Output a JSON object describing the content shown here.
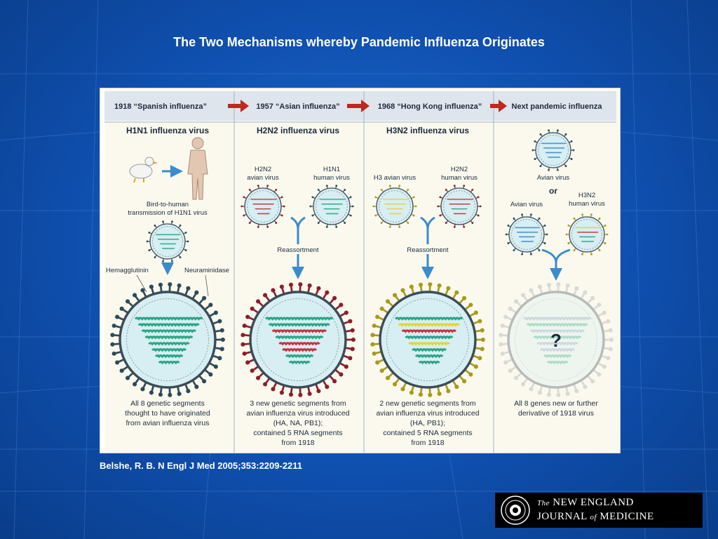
{
  "title": "The Two Mechanisms whereby Pandemic Influenza Originates",
  "citation": "Belshe, R. B. N Engl J Med 2005;353:2209-2211",
  "logo": {
    "the": "The",
    "line1": "NEW ENGLAND",
    "line2a": "JOURNAL",
    "line2b": "of",
    "line2c": "MEDICINE"
  },
  "colors": {
    "background": "#0f4fae",
    "panel": "#fbf9ee",
    "header": "#dfe5ed",
    "arrow": "#c0271e",
    "blue_arrow": "#3a8ccc",
    "teal": "#2aa585",
    "red": "#c8313e",
    "yellow": "#e3d534"
  },
  "panels": [
    {
      "header": "1918 “Spanish influenza”",
      "subheader": "H1N1 influenza virus",
      "labels": [
        "Bird-to-human",
        "transmission of H1N1 virus",
        "Hemagglutinin",
        "Neuraminidase"
      ],
      "caption": [
        "All 8 genetic segments",
        "thought to have originated",
        "from avian influenza virus"
      ]
    },
    {
      "header": "1957 “Asian influenza”",
      "subheader": "H2N2 influenza virus",
      "labels": [
        "H2N2",
        "avian virus",
        "H1N1",
        "human virus",
        "Reassortment"
      ],
      "caption": [
        "3 new genetic segments from",
        "avian influenza virus introduced",
        "(HA, NA, PB1);",
        "contained 5 RNA segments",
        "from 1918"
      ]
    },
    {
      "header": "1968 “Hong Kong influenza”",
      "subheader": "H3N2 influenza virus",
      "labels": [
        "H3 avian virus",
        "H2N2",
        "human virus",
        "Reassortment"
      ],
      "caption": [
        "2 new genetic segments from",
        "avian influenza virus introduced",
        "(HA, PB1);",
        "contained 5 RNA segments",
        "from 1918"
      ]
    },
    {
      "header": "Next pandemic influenza",
      "subheader": "",
      "labels": [
        "Avian virus",
        "or",
        "Avian virus",
        "H3N2",
        "human virus",
        "?"
      ],
      "caption": [
        "All 8 genes new or further",
        "derivative of 1918 virus"
      ]
    }
  ]
}
